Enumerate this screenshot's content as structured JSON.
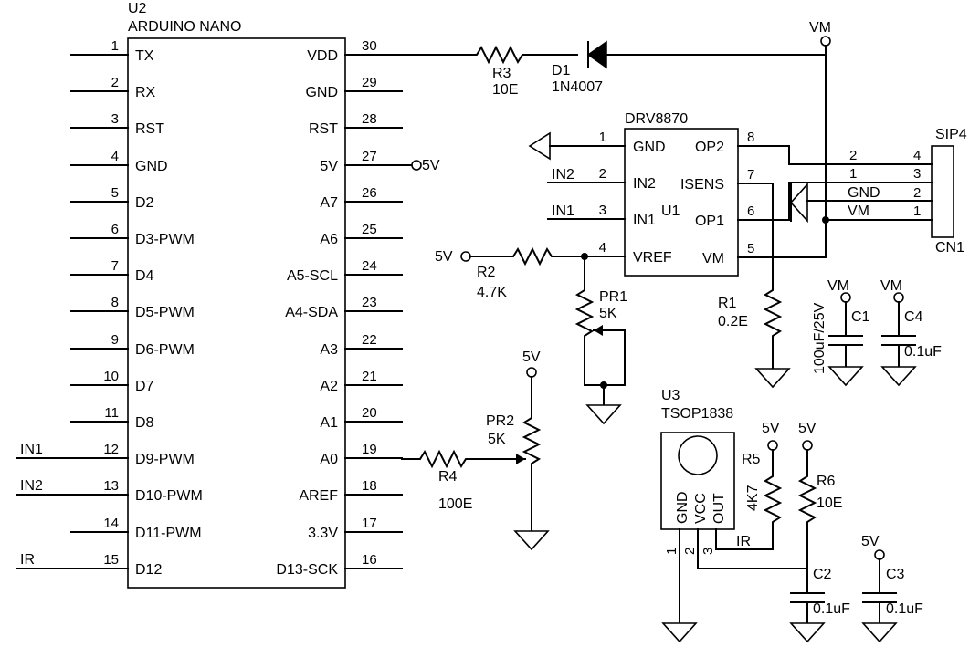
{
  "u2": {
    "ref": "U2",
    "name": "ARDUINO NANO",
    "left_pins": [
      {
        "num": "1",
        "name": "TX",
        "net": ""
      },
      {
        "num": "2",
        "name": "RX",
        "net": ""
      },
      {
        "num": "3",
        "name": "RST",
        "net": ""
      },
      {
        "num": "4",
        "name": "GND",
        "net": ""
      },
      {
        "num": "5",
        "name": "D2",
        "net": ""
      },
      {
        "num": "6",
        "name": "D3-PWM",
        "net": ""
      },
      {
        "num": "7",
        "name": "D4",
        "net": ""
      },
      {
        "num": "8",
        "name": "D5-PWM",
        "net": ""
      },
      {
        "num": "9",
        "name": "D6-PWM",
        "net": ""
      },
      {
        "num": "10",
        "name": "D7",
        "net": ""
      },
      {
        "num": "11",
        "name": "D8",
        "net": ""
      },
      {
        "num": "12",
        "name": "D9-PWM",
        "net": "IN1"
      },
      {
        "num": "13",
        "name": "D10-PWM",
        "net": "IN2"
      },
      {
        "num": "14",
        "name": "D11-PWM",
        "net": ""
      },
      {
        "num": "15",
        "name": "D12",
        "net": "IR"
      }
    ],
    "right_pins": [
      {
        "num": "30",
        "name": "VDD"
      },
      {
        "num": "29",
        "name": "GND"
      },
      {
        "num": "28",
        "name": "RST"
      },
      {
        "num": "27",
        "name": "5V"
      },
      {
        "num": "26",
        "name": "A7"
      },
      {
        "num": "25",
        "name": "A6"
      },
      {
        "num": "24",
        "name": "A5-SCL"
      },
      {
        "num": "23",
        "name": "A4-SDA"
      },
      {
        "num": "22",
        "name": "A3"
      },
      {
        "num": "21",
        "name": "A2"
      },
      {
        "num": "20",
        "name": "A1"
      },
      {
        "num": "19",
        "name": "A0"
      },
      {
        "num": "18",
        "name": "AREF"
      },
      {
        "num": "17",
        "name": "3.3V"
      },
      {
        "num": "16",
        "name": "D13-SCK"
      }
    ],
    "pin27_net": "5V"
  },
  "u1": {
    "ref": "U1",
    "name": "DRV8870",
    "left_pins": [
      {
        "num": "1",
        "name": "GND",
        "net": ""
      },
      {
        "num": "2",
        "name": "IN2",
        "net": "IN2"
      },
      {
        "num": "3",
        "name": "IN1",
        "net": "IN1"
      },
      {
        "num": "4",
        "name": "VREF",
        "net": ""
      }
    ],
    "right_pins": [
      {
        "num": "8",
        "name": "OP2"
      },
      {
        "num": "7",
        "name": "ISENS"
      },
      {
        "num": "6",
        "name": "OP1"
      },
      {
        "num": "5",
        "name": "VM"
      }
    ]
  },
  "cn1": {
    "name": "SIP4",
    "ref": "CN1",
    "pins": [
      {
        "num": "4",
        "wire": "2",
        "label": ""
      },
      {
        "num": "3",
        "wire": "1",
        "label": ""
      },
      {
        "num": "2",
        "wire": "",
        "label": "GND"
      },
      {
        "num": "1",
        "wire": "",
        "label": "VM"
      }
    ]
  },
  "u3": {
    "ref": "U3",
    "name": "TSOP1838",
    "pins": [
      {
        "num": "1",
        "name": "GND"
      },
      {
        "num": "2",
        "name": "VCC"
      },
      {
        "num": "3",
        "name": "OUT"
      }
    ],
    "out_net": "IR"
  },
  "parts": {
    "r3": {
      "ref": "R3",
      "value": "10E"
    },
    "d1": {
      "ref": "D1",
      "value": "1N4007"
    },
    "r2": {
      "ref": "R2",
      "value": "4.7K"
    },
    "pr1": {
      "ref": "PR1",
      "value": "5K"
    },
    "r1": {
      "ref": "R1",
      "value": "0.2E"
    },
    "c1": {
      "ref": "C1",
      "value": "100uF/25V"
    },
    "c4": {
      "ref": "C4",
      "value": "0.1uF"
    },
    "pr2": {
      "ref": "PR2",
      "value": "5K"
    },
    "r4": {
      "ref": "R4",
      "value": "100E"
    },
    "r5": {
      "ref": "R5",
      "value": "4K7"
    },
    "r6": {
      "ref": "R6",
      "value": "10E"
    },
    "c2": {
      "ref": "C2",
      "value": "0.1uF"
    },
    "c3": {
      "ref": "C3",
      "value": "0.1uF"
    }
  },
  "nets": {
    "vm_top": "VM",
    "r2_5v": "5V",
    "c1_vm": "VM",
    "c4_vm": "VM",
    "pr2_5v": "5V",
    "r5_5v": "5V",
    "r6_5v": "5V",
    "c3_5v": "5V"
  }
}
